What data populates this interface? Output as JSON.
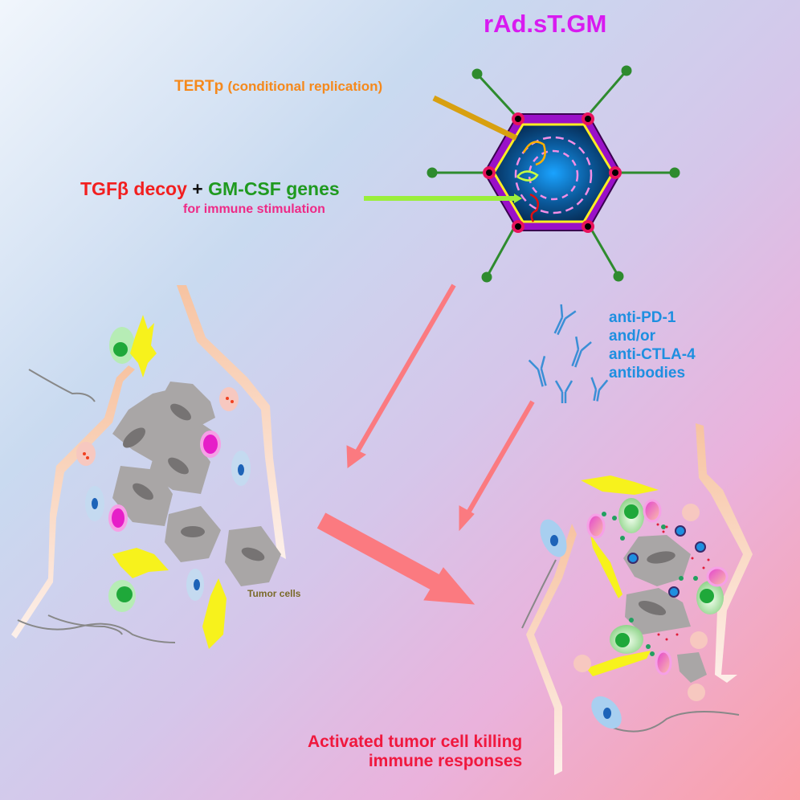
{
  "diagram": {
    "title": "rAd.sT.GM",
    "labels": {
      "tertp_main": "TERTp",
      "tertp_note": "(conditional replication)",
      "tgf_decoy": "TGFβ decoy",
      "plus": "+",
      "gmcsf": "GM-CSF genes",
      "immune_stim": "for immune stimulation",
      "antibodies_line1": "anti-PD-1",
      "antibodies_line2": "and/or",
      "antibodies_line3": "anti-CTLA-4",
      "antibodies_line4": "antibodies",
      "tumor_cells": "Tumor cells",
      "result_line1": "Activated tumor cell killing",
      "result_line2": "immune responses"
    },
    "nodes": [
      {
        "id": "virus",
        "label": "rAd.sT.GM",
        "type": "adenovirus-particle"
      },
      {
        "id": "tumor-before",
        "label": "Tumor cells",
        "type": "tumor-microenvironment"
      },
      {
        "id": "antibodies",
        "label": "anti-PD-1 and/or anti-CTLA-4 antibodies",
        "type": "antibody-group"
      },
      {
        "id": "tumor-after",
        "label": "Activated tumor cell killing immune responses",
        "type": "tumor-microenvironment"
      }
    ],
    "edges": [
      {
        "from": "virus",
        "to": "tumor-before"
      },
      {
        "from": "antibodies",
        "to": "tumor-after"
      },
      {
        "from": "tumor-before",
        "to": "tumor-after"
      }
    ],
    "colors": {
      "title": "#d81bf0",
      "tertp": "#f5891c",
      "tgf": "#f21f1f",
      "gmcsf": "#1f9a1f",
      "immune": "#ee2a86",
      "antibody": "#1e8fe0",
      "result": "#f0183e",
      "arrow": "#fb7a80"
    }
  }
}
